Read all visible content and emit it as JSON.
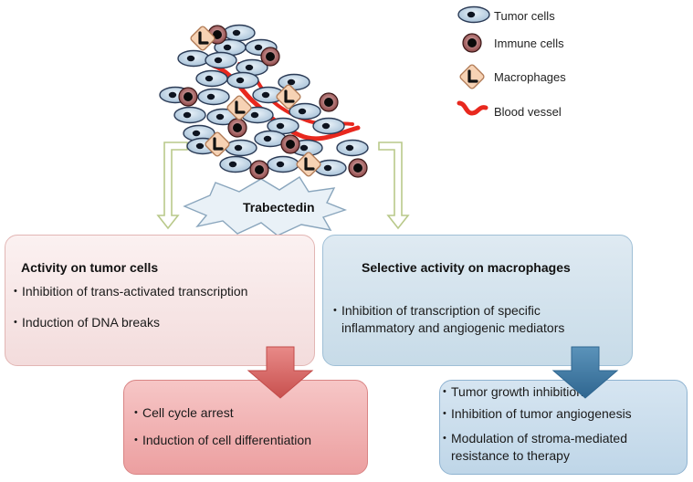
{
  "legend": {
    "tumor_cells": "Tumor cells",
    "immune_cells": "Immune cells",
    "macrophages": "Macrophages",
    "blood_vessel": "Blood vessel"
  },
  "drug": {
    "name": "Trabectedin"
  },
  "tumor_activity": {
    "title": "Activity on tumor cells",
    "items": [
      "Inhibition of trans-activated transcription",
      "Induction of DNA breaks"
    ]
  },
  "macrophage_activity": {
    "title": "Selective activity on macrophages",
    "item_line1": "Inhibition of transcription of specific",
    "item_line2": "inflammatory and angiogenic mediators"
  },
  "tumor_outcomes": {
    "items": [
      "Cell cycle arrest",
      "Induction of cell differentiation"
    ]
  },
  "macrophage_outcomes": {
    "item1": "Tumor growth inhibition",
    "item2": "Inhibition of tumor angiogenesis",
    "item3_line1": "Modulation of stroma-mediated",
    "item3_line2": "resistance to therapy"
  },
  "colors": {
    "tumor_cell": "#c9dbea",
    "immune_cell": "#a85a5a",
    "macrophage": "#f6d2b4",
    "blood_vessel": "#e8281e",
    "tumor_arrow": "#d86a68",
    "macro_arrow": "#3f7aa3"
  }
}
